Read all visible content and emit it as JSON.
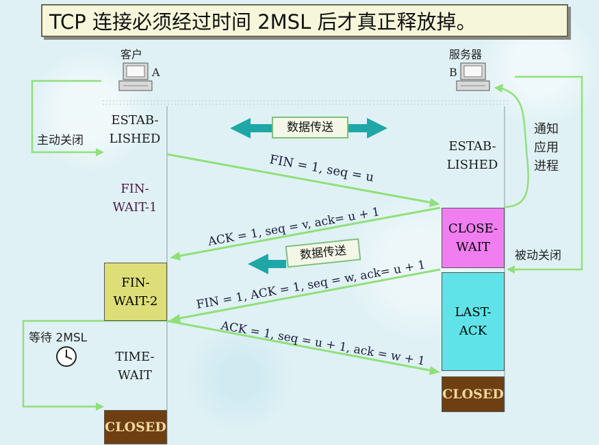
{
  "title": "TCP 连接必须经过时间 2MSL 后才真正释放掉。",
  "client": {
    "label": "客户",
    "tag": "A"
  },
  "server": {
    "label": "服务器",
    "tag": "B"
  },
  "client_states": {
    "established": "ESTAB-\nLISHED",
    "fin_wait_1": "FIN-\nWAIT-1",
    "fin_wait_2": "FIN-\nWAIT-2",
    "time_wait": "TIME-\nWAIT",
    "closed": "CLOSED"
  },
  "server_states": {
    "established": "ESTAB-\nLISHED",
    "close_wait": "CLOSE-\nWAIT",
    "last_ack": "LAST-\nACK",
    "closed": "CLOSED"
  },
  "annotations": {
    "active_close": "主动关闭",
    "passive_close": "被动关闭",
    "notify_app": "通知\n应用\n进程",
    "wait_2msl": "等待 2MSL",
    "data_transfer_top": "数据传送",
    "data_transfer_mid": "数据传送"
  },
  "messages": {
    "fin1": "FIN = 1, seq = u",
    "ack1": "ACK = 1, seq = v, ack= u + 1",
    "fin2": "FIN = 1, ACK = 1, seq = w, ack= u + 1",
    "ack2": "ACK = 1, seq = u + 1, ack = w + 1"
  },
  "colors": {
    "arrow": "#8fe07a",
    "teal_arrow": "#1fa7a7",
    "fin_wait_2_bg": "#dede78",
    "close_wait_bg": "#f07ef0",
    "last_ack_bg": "#5fe3e8",
    "closed_bg": "#6e3f12"
  }
}
